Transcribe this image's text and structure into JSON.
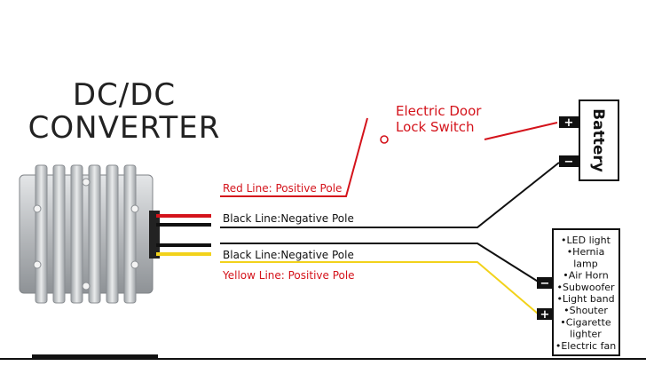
{
  "title": {
    "line1": "DC/DC",
    "line2": "CONVERTER"
  },
  "wires": {
    "red": "Red Line: Positive Pole",
    "black_top": "Black Line:Negative Pole",
    "black_bottom": "Black Line:Negative Pole",
    "yellow": "Yellow Line: Positive Pole"
  },
  "switch": {
    "line1": "Electric Door",
    "line2": "Lock Switch"
  },
  "battery": {
    "label": "Battery",
    "plus": "+",
    "minus": "−"
  },
  "loads": {
    "items": [
      "•LED light",
      "•Hernia",
      "lamp",
      "•Air Horn",
      "•Subwoofer",
      "•Light band",
      "•Shouter",
      "•Cigarette",
      "lighter",
      "•Electric fan"
    ],
    "plus": "+",
    "minus": "−"
  },
  "colors": {
    "red": "#d4131b",
    "black": "#111111",
    "yellow": "#f2d21b",
    "metal": "#b9bcbf"
  }
}
